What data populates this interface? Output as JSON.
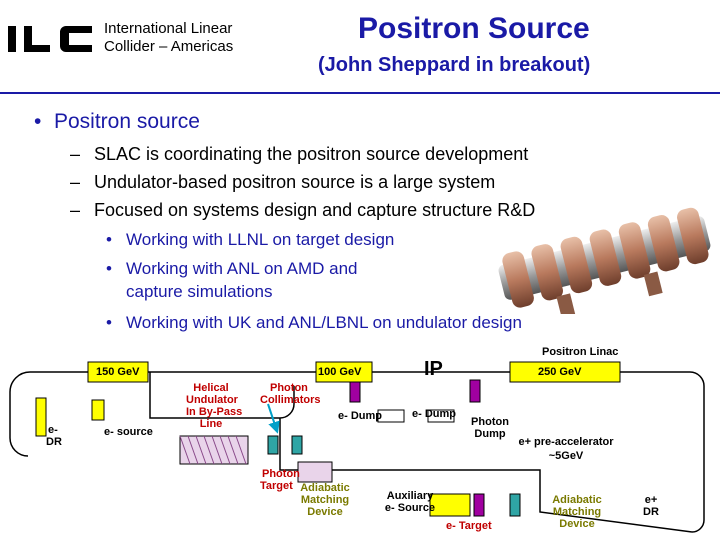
{
  "header": {
    "org_line1": "International Linear",
    "org_line2": "Collider – Americas",
    "title": "Positron Source",
    "subtitle": "(John Sheppard in breakout)",
    "logo_icon": "ilc-logo"
  },
  "bullets": {
    "main": "Positron source",
    "sub": [
      "SLAC is coordinating the positron source development",
      "Undulator-based positron source is a large system",
      "Focused on systems design and capture structure R&D"
    ],
    "subsub": {
      "llnl": "Working with LLNL on target design",
      "anl_line1": "Working with ANL on AMD and",
      "anl_line2": "capture simulations",
      "uk": "Working with UK and ANL/LBNL on undulator design"
    }
  },
  "diagram": {
    "positron_linac": "Positron Linac",
    "e150": "150 GeV",
    "e100": "100 GeV",
    "e250": "250 GeV",
    "ip": "IP",
    "e_dr_1": "e-",
    "e_dr_2": "DR",
    "e_source": "e- source",
    "helical_1": "Helical",
    "helical_2": "Undulator",
    "helical_3": "In By-Pass",
    "helical_4": "Line",
    "photon_coll_1": "Photon",
    "photon_coll_2": "Collimators",
    "e_dump_1": "e- Dump",
    "e_dump_2": "e- Dump",
    "photon_dump_1": "Photon",
    "photon_dump_2": "Dump",
    "preacc_1": "e+ pre-accelerator",
    "preacc_2": "~5GeV",
    "photon_target_1": "Photon",
    "photon_target_2": "Target",
    "adiabatic_1": "Adiabatic",
    "adiabatic_2": "Matching",
    "adiabatic_3": "Device",
    "aux_1": "Auxiliary",
    "aux_2": "e- Source",
    "e_target": "e- Target",
    "adiabatic_r1": "Adiabatic",
    "adiabatic_r2": "Matching",
    "adiabatic_r3": "Device",
    "e_plus_dr_1": "e+",
    "e_plus_dr_2": "DR"
  },
  "colors": {
    "title_blue": "#1a1aa6",
    "label_red": "#c00000",
    "label_olive": "#7a7a00"
  }
}
